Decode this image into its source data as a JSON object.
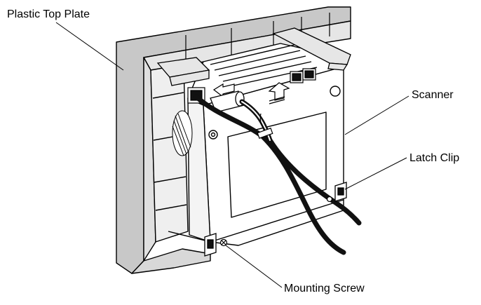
{
  "labels": {
    "plastic_top_plate": "Plastic Top Plate",
    "scanner": "Scanner",
    "latch_clip": "Latch Clip",
    "mounting_screw": "Mounting Screw"
  },
  "colors": {
    "line": "#000000",
    "frame_shade": "#c8c8c8",
    "frame_light": "#e6e6e6",
    "body_white": "#ffffff",
    "cable": "#111111"
  }
}
